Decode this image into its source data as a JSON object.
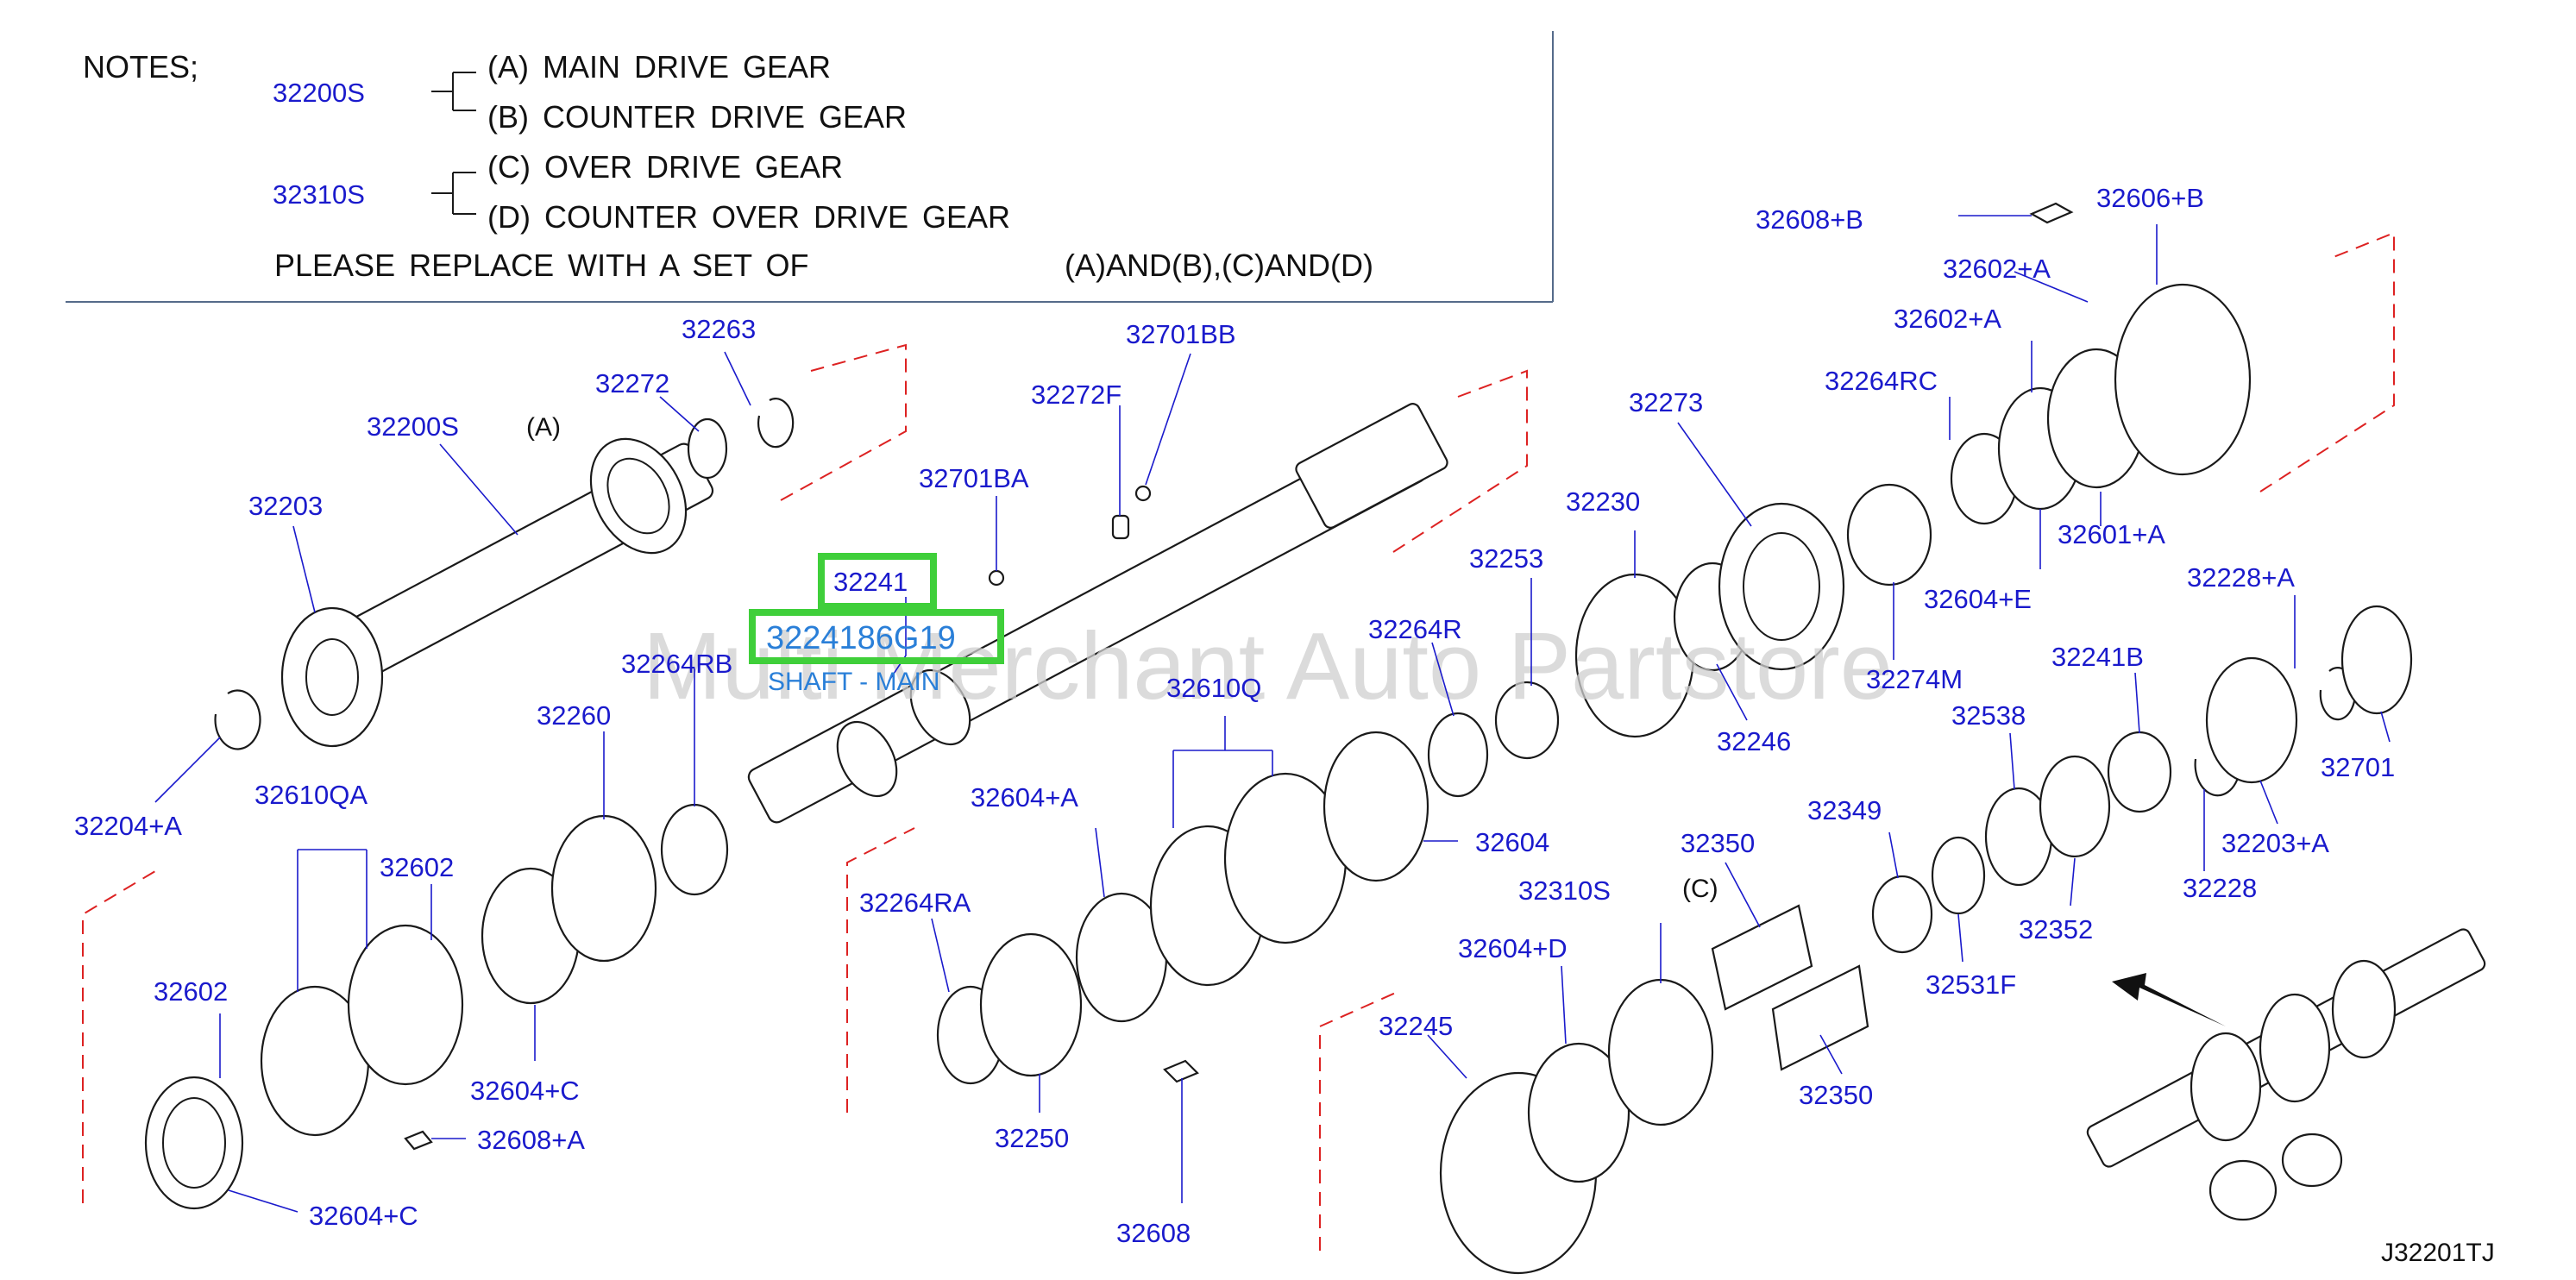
{
  "notes": {
    "heading": "NOTES;",
    "group1_code": "32200S",
    "line_a": "(A)  MAIN  DRIVE  GEAR",
    "line_b": "(B)  COUNTER  DRIVE  GEAR",
    "group2_code": "32310S",
    "line_c": "(C)  OVER  DRIVE  GEAR",
    "line_d": "(D)  COUNTER  OVER  DRIVE  GEAR",
    "replace_text": "PLEASE  REPLACE  WITH  A  SET  OF",
    "replace_sets": "(A)AND(B),(C)AND(D)"
  },
  "marker_a": "(A)",
  "marker_c": "(C)",
  "highlight": {
    "part_code": "32241",
    "part_number": "3224186G19",
    "part_name": "SHAFT - MAIN"
  },
  "watermark": "Multi Merchant Auto Partstore",
  "diagram_code": "J32201TJ",
  "labels": {
    "p32263": "32263",
    "p32272": "32272",
    "p32200S": "32200S",
    "p32203": "32203",
    "p32204A": "32204+A",
    "p32701BB": "32701BB",
    "p32272F": "32272F",
    "p32701BA": "32701BA",
    "p32264RB": "32264RB",
    "p32260": "32260",
    "p32610QA": "32610QA",
    "p32602a": "32602",
    "p32602b": "32602",
    "p32604Ca": "32604+C",
    "p32608A": "32608+A",
    "p32604Cb": "32604+C",
    "p32610Q": "32610Q",
    "p32604A": "32604+A",
    "p32264RA": "32264RA",
    "p32250": "32250",
    "p32608": "32608",
    "p32604": "32604",
    "p32264R": "32264R",
    "p32253": "32253",
    "p32230": "32230",
    "p32273": "32273",
    "p32246": "32246",
    "p32274M": "32274M",
    "p32264RC": "32264RC",
    "p32602Aa": "32602+A",
    "p32602Ab": "32602+A",
    "p32608B": "32608+B",
    "p32606B": "32606+B",
    "p32601A": "32601+A",
    "p32604E": "32604+E",
    "p32228A": "32228+A",
    "p32241B": "32241B",
    "p32538": "32538",
    "p32701": "32701",
    "p32349": "32349",
    "p32350a": "32350",
    "p32350b": "32350",
    "p32310S": "32310S",
    "p32604D": "32604+D",
    "p32245": "32245",
    "p32531F": "32531F",
    "p32352": "32352",
    "p32228": "32228",
    "p32203A": "32203+A"
  }
}
